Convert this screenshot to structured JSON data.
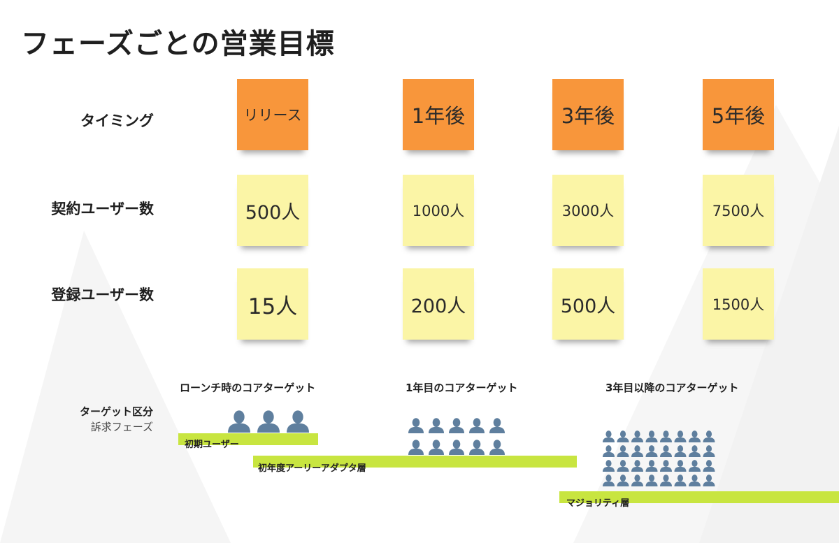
{
  "title": "フェーズごとの営業目標",
  "rows": [
    {
      "label": "タイミング"
    },
    {
      "label": "契約ユーザー数"
    },
    {
      "label": "登録ユーザー数"
    }
  ],
  "timing": [
    "リリース",
    "1年後",
    "3年後",
    "5年後"
  ],
  "contract_users": [
    "500人",
    "1000人",
    "3000人",
    "7500人"
  ],
  "registered_users": [
    "15人",
    "200人",
    "500人",
    "1500人"
  ],
  "target": {
    "label": "ターゲット区分",
    "sublabel": "訴求フェーズ",
    "columns": [
      "ローンチ時のコアターゲット",
      "1年目のコアターゲット",
      "3年目以降のコアターゲット"
    ],
    "phases": [
      "初期ユーザー",
      "初年度アーリーアダプタ層",
      "マジョリティ層"
    ]
  },
  "colors": {
    "timing_note": "#f8963b",
    "value_note": "#fbf5a6",
    "phase_bar": "#c8e540",
    "person_icon": "#5f7f9e"
  },
  "icons": {
    "person": "person-icon"
  }
}
